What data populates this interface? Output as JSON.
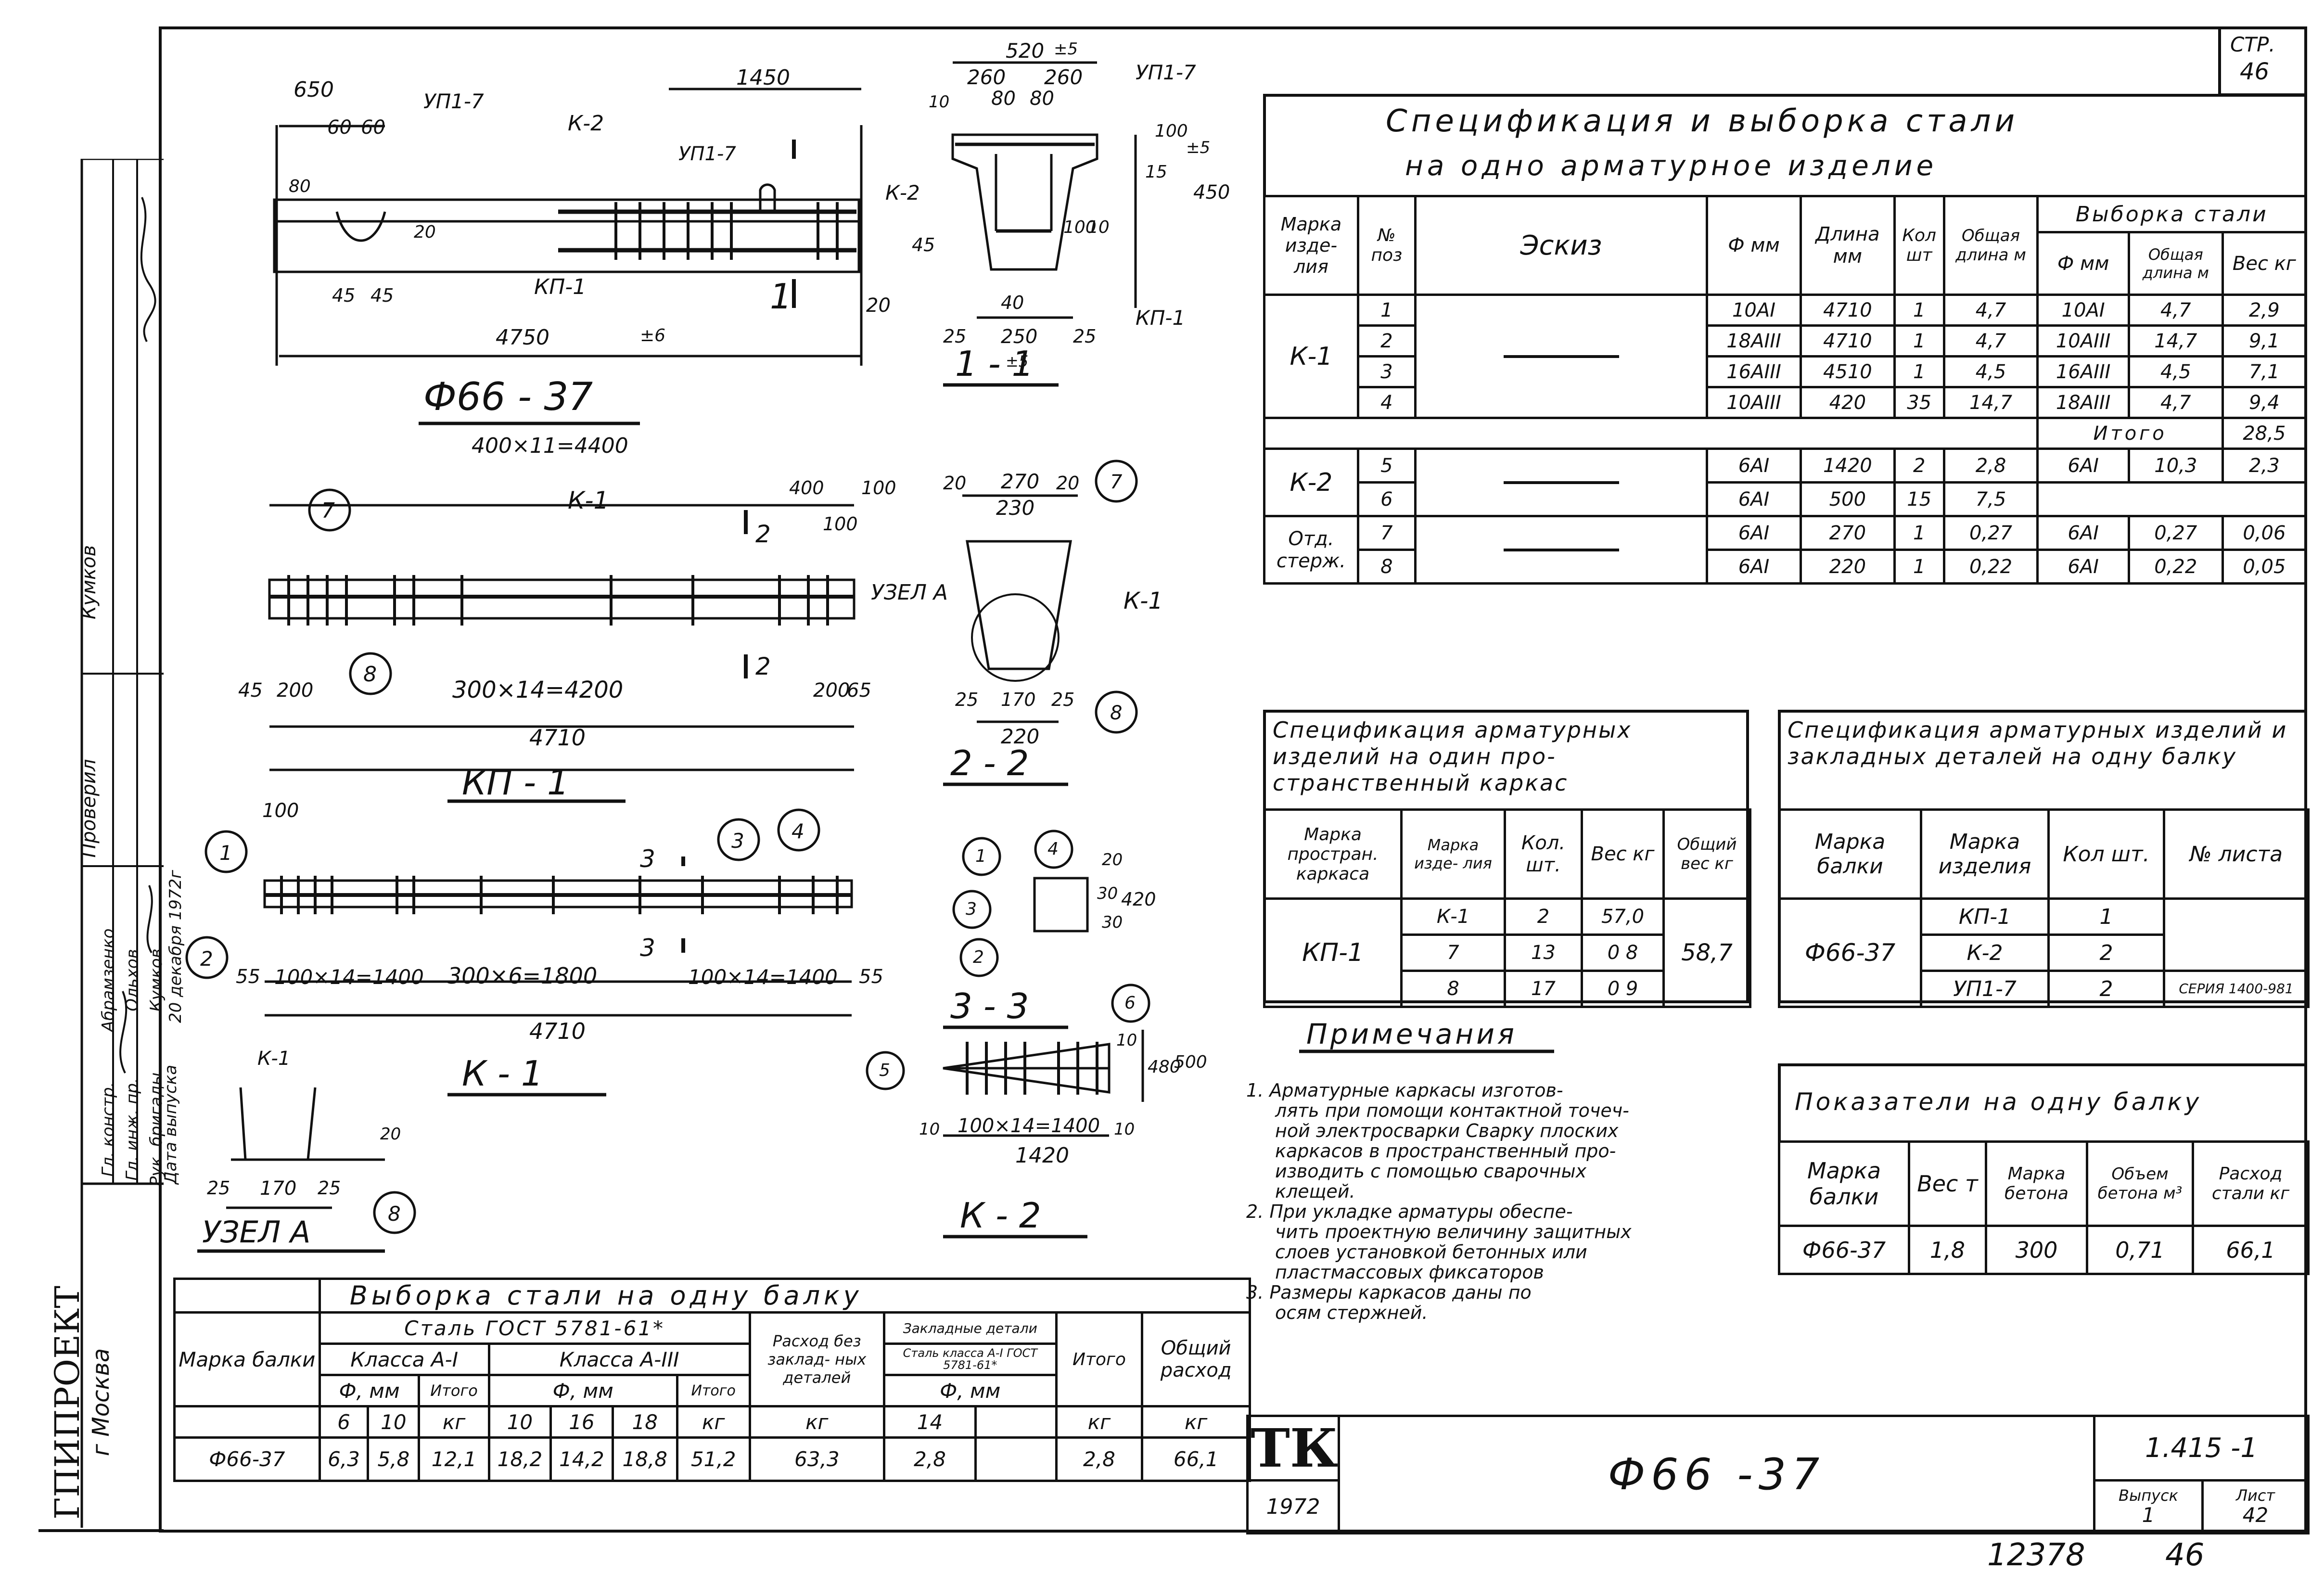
{
  "sheet": {
    "page_label": "СТР.",
    "page_number": "46",
    "stamp_number": "12378",
    "stamp_page": "46"
  },
  "side_stamp": {
    "org": "ГПИПРОЕКТ",
    "city": "г Москва",
    "verified_label": "Проверил",
    "verified_name": "Кумков",
    "rows": [
      {
        "role": "Гл. констр.",
        "name": "Абрамзенко"
      },
      {
        "role": "Гл. инж. пр.",
        "name": "Ольхов"
      },
      {
        "role": "Рук. бригады",
        "name": "Кумков"
      },
      {
        "role": "Дата выпуска",
        "name": "20 декабря 1972г"
      }
    ]
  },
  "drawings": {
    "beam_title": "Ф66 - 37",
    "beam_dims": [
      "650",
      "60",
      "60",
      "УП1-7",
      "К-2",
      "1450",
      "УП1-7",
      "80",
      "20",
      "КП-1",
      "45",
      "45",
      "4750",
      "±6",
      "20",
      "1"
    ],
    "section11_title": "1 - 1",
    "section11_dims": [
      "520",
      "±5",
      "260",
      "260",
      "80",
      "80",
      "УП1-7",
      "10",
      "100",
      "15",
      "±5",
      "450",
      "К-2",
      "45",
      "10",
      "100",
      "40",
      "25",
      "250",
      "25",
      "±5",
      "КП-1"
    ],
    "kp1_title": "КП - 1",
    "kp1_dims": [
      "400×11=4400",
      "К-1",
      "400",
      "100",
      "100",
      "7",
      "2",
      "2",
      "8",
      "45",
      "200",
      "300×14=4200",
      "200",
      "65",
      "4710"
    ],
    "section22_title": "2 - 2",
    "section22_dims": [
      "270",
      "20",
      "230",
      "20",
      "7",
      "УЗЕЛ А",
      "К-1",
      "25",
      "170",
      "25",
      "220",
      "8"
    ],
    "k1_title": "К - 1",
    "k1_dims": [
      "100",
      "1",
      "2",
      "3",
      "3",
      "4",
      "3",
      "55",
      "100×14=1400",
      "300×6=1800",
      "100×14=1400",
      "55",
      "4710"
    ],
    "section33_title": "3 - 3",
    "section33_dims": [
      "1",
      "4",
      "3",
      "2",
      "20",
      "30",
      "30",
      "420"
    ],
    "k2_title": "К - 2",
    "k2_dims": [
      "6",
      "5",
      "10",
      "480",
      "500",
      "10",
      "100×14=1400",
      "10",
      "1420"
    ],
    "node_title": "УЗЕЛ А",
    "node_dims": [
      "К-1",
      "20",
      "25",
      "170",
      "25",
      "8"
    ]
  },
  "spec_main": {
    "title_line1": "Спецификация и выборка стали",
    "title_line2": "на одно арматурное изделие",
    "headers": {
      "mark": "Марка изде- лия",
      "pos": "№ поз",
      "sketch": "Эскиз",
      "dia": "Ф мм",
      "length": "Длина мм",
      "qty": "Кол шт",
      "total_len": "Общая длина м",
      "sel": "Выборка стали",
      "sel_dia": "Ф мм",
      "sel_len": "Общая длина м",
      "sel_weight": "Вес кг"
    },
    "rows": [
      {
        "mark": "К-1",
        "pos": "1",
        "dia": "10АI",
        "len": "4710",
        "qty": "1",
        "tot": "4,7",
        "sdia": "10АI",
        "slen": "4,7",
        "w": "2,9"
      },
      {
        "mark": "",
        "pos": "2",
        "dia": "18АIII",
        "len": "4710",
        "qty": "1",
        "tot": "4,7",
        "sdia": "10АIII",
        "slen": "14,7",
        "w": "9,1"
      },
      {
        "mark": "",
        "pos": "3",
        "dia": "16АIII",
        "len": "4510",
        "qty": "1",
        "tot": "4,5",
        "sdia": "16АIII",
        "slen": "4,5",
        "w": "7,1"
      },
      {
        "mark": "",
        "pos": "4",
        "dia": "10АIII",
        "len": "420",
        "qty": "35",
        "tot": "14,7",
        "sdia": "18АIII",
        "slen": "4,7",
        "w": "9,4"
      },
      {
        "mark": "К-2",
        "pos": "5",
        "dia": "6АI",
        "len": "1420",
        "qty": "2",
        "tot": "2,8",
        "sdia": "6АI",
        "slen": "10,3",
        "w": "2,3"
      },
      {
        "mark": "",
        "pos": "6",
        "dia": "6АI",
        "len": "500",
        "qty": "15",
        "tot": "7,5",
        "sdia": "",
        "slen": "",
        "w": ""
      },
      {
        "mark": "Отд. стерж.",
        "pos": "7",
        "dia": "6АI",
        "len": "270",
        "qty": "1",
        "tot": "0,27",
        "sdia": "6АI",
        "slen": "0,27",
        "w": "0,06"
      },
      {
        "mark": "",
        "pos": "8",
        "dia": "6АI",
        "len": "220",
        "qty": "1",
        "tot": "0,22",
        "sdia": "6АI",
        "slen": "0,22",
        "w": "0,05"
      }
    ],
    "itogo_label": "Итого",
    "itogo_value": "28,5"
  },
  "spec_frame": {
    "title": "Спецификация арматурных изделий на один про- странственный каркас",
    "headers": [
      "Марка простран. каркаса",
      "Марка изде- лия",
      "Кол. шт.",
      "Вес кг",
      "Общий вес кг"
    ],
    "frame_mark": "КП-1",
    "rows": [
      {
        "item": "К-1",
        "qty": "2",
        "weight": "57,0"
      },
      {
        "item": "7",
        "qty": "13",
        "weight": "0 8"
      },
      {
        "item": "8",
        "qty": "17",
        "weight": "0 9"
      }
    ],
    "total_weight": "58,7"
  },
  "spec_beam": {
    "title": "Спецификация арматурных изделий и закладных деталей на одну балку",
    "headers": [
      "Марка балки",
      "Марка изделия",
      "Кол шт.",
      "№ листа"
    ],
    "beam_mark": "Ф66-37",
    "rows": [
      {
        "item": "КП-1",
        "qty": "1",
        "sheet": ""
      },
      {
        "item": "К-2",
        "qty": "2",
        "sheet": ""
      },
      {
        "item": "УП1-7",
        "qty": "2",
        "sheet": "СЕРИЯ 1400-981"
      }
    ]
  },
  "notes": {
    "title": "Примечания",
    "items": [
      "1. Арматурные каркасы изготов-",
      "лять при помощи контактной точеч-",
      "ной электросварки Сварку плоских",
      "каркасов в пространственный про-",
      "изводить с помощью сварочных",
      "клещей.",
      "2. При укладке арматуры обеспе-",
      "чить проектную величину защитных",
      "слоев установкой бетонных или",
      "пластмассовых фиксаторов",
      "3. Размеры каркасов даны по",
      "осям стержней."
    ]
  },
  "indicators": {
    "title": "Показатели на одну балку",
    "headers": [
      "Марка балки",
      "Вес т",
      "Марка бетона",
      "Объем бетона м³",
      "Расход стали кг"
    ],
    "values": [
      "Ф66-37",
      "1,8",
      "300",
      "0,71",
      "66,1"
    ]
  },
  "steel_selection": {
    "title": "Выборка стали на одну балку",
    "h_mark": "Марка балки",
    "h_steel": "Сталь ГОСТ 5781-61*",
    "h_class1": "Класса А-I",
    "h_class3": "Класса А-III",
    "h_dia": "Ф, мм",
    "h_itogo": "Итого",
    "h_kg": "кг",
    "h_no_embed": "Расход без заклад- ных деталей",
    "h_embed": "Закладные детали",
    "h_embed_steel": "Сталь класса А-I ГОСТ 5781-61*",
    "h_total": "Общий расход",
    "d1": [
      "6",
      "10"
    ],
    "d3": [
      "10",
      "16",
      "18"
    ],
    "d_emb": "14",
    "row": {
      "mark": "Ф66-37",
      "v6": "6,3",
      "v10": "5,8",
      "it1": "12,1",
      "v10b": "18,2",
      "v16": "14,2",
      "v18": "18,8",
      "it3": "51,2",
      "noemb": "63,3",
      "e14": "2,8",
      "eit": "2,8",
      "total": "66,1"
    }
  },
  "title_block": {
    "logo": "ТК",
    "year": "1972",
    "drawing_title": "Ф66 -37",
    "series": "1.415 -1",
    "issue_label": "Выпуск",
    "issue": "1",
    "sheet_label": "Лист",
    "sheet": "42"
  }
}
